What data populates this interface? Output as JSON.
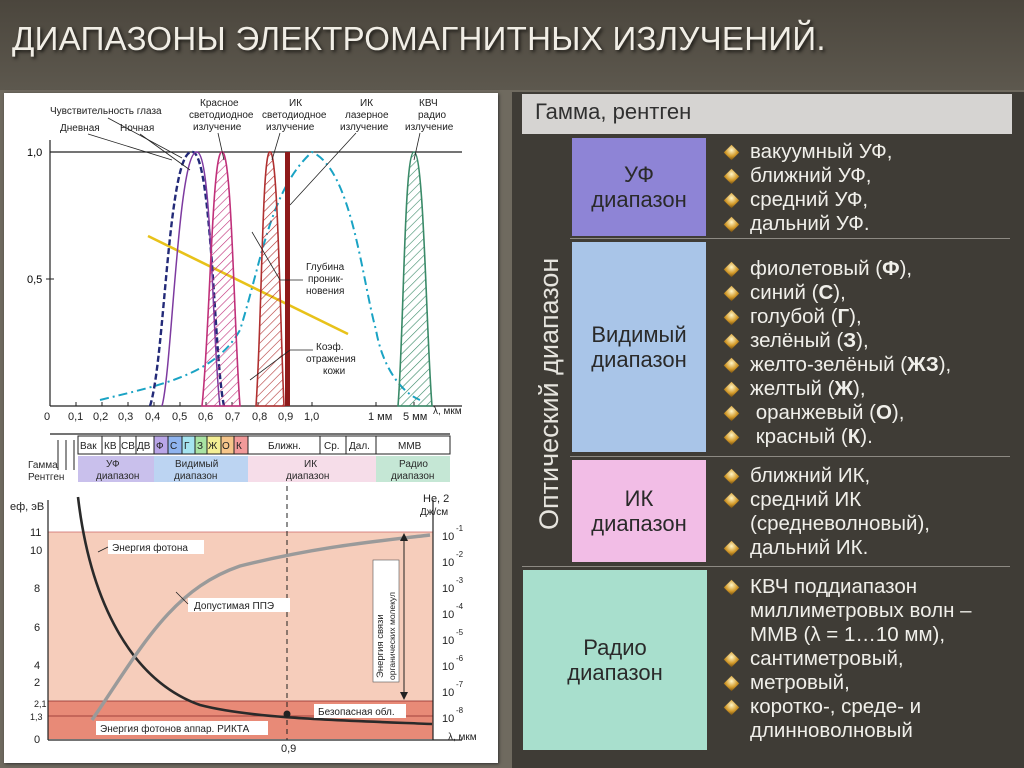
{
  "title": "ДИАПАЗОНЫ ЭЛЕКТРОМАГНИТНЫХ ИЗЛУЧЕНИЙ.",
  "top_chart": {
    "labels": {
      "eye": "Чувствительность глаза",
      "day": "Дневная",
      "night": "Ночная",
      "red_led": [
        "Красное",
        "светодиодное",
        "излучение"
      ],
      "ir_led": [
        "ИК",
        "светодиодное",
        "излучение"
      ],
      "ir_laser": [
        "ИК",
        "лазерное",
        "излучение"
      ],
      "ehf": [
        "КВЧ",
        "радио",
        "излучение"
      ],
      "depth": [
        "Глубина",
        "проник-",
        "новения"
      ],
      "refl": [
        "Коэф.",
        "отражения",
        "кожи"
      ]
    },
    "y_ticks": [
      "1,0",
      "0,5"
    ],
    "x_ticks": [
      "0",
      "0,1",
      "0,2",
      "0,3",
      "0,4",
      "0,5",
      "0,6",
      "0,7",
      "0,8",
      "0,9",
      "1,0",
      "1 мм",
      "5 мм"
    ],
    "x_unit": "λ, мкм",
    "bands": [
      "Вак",
      "КВ",
      "СВ",
      "ДВ",
      "Ф",
      "С",
      "Г",
      "З",
      "Ж",
      "О",
      "К",
      "Ближн.",
      "Ср.",
      "Дал.",
      "ММВ"
    ],
    "groups": {
      "gamma": [
        "Гамма",
        "Рентген"
      ],
      "uv": [
        "УФ",
        "диапазон"
      ],
      "vis": [
        "Видимый",
        "диапазон"
      ],
      "ir": [
        "ИК",
        "диапазон"
      ],
      "radio": [
        "Радио",
        "диапазон"
      ]
    }
  },
  "bottom_chart": {
    "y_left_label": "eф, эВ",
    "y_left_ticks": [
      "11",
      "10",
      "8",
      "6",
      "4",
      "2",
      "2,1",
      "1,3",
      "0"
    ],
    "y_right_label": [
      "Hе, 2",
      "Дж/см"
    ],
    "y_right_ticks": [
      "10",
      "10",
      "10",
      "10",
      "10",
      "10",
      "10",
      "10"
    ],
    "y_right_exp": [
      "-1",
      "-2",
      "-3",
      "-4",
      "-5",
      "-6",
      "-7",
      "-8"
    ],
    "x_tick": "0,9",
    "x_unit": "λ, мкм",
    "labels": {
      "photon": "Энергия фотона",
      "ppe": "Допустимая ППЭ",
      "bond": [
        "Энергия связи",
        "органических молекул"
      ],
      "safe": "Безопасная обл.",
      "rikta": "Энергия фотонов аппар. РИКТА"
    }
  },
  "right": {
    "gamma": "Гамма, рентген",
    "optical": "Оптический диапазон",
    "uv": {
      "label": [
        "УФ",
        "диапазон"
      ],
      "items": [
        "вакуумный УФ,",
        "ближний УФ,",
        "средний УФ,",
        "дальний УФ."
      ]
    },
    "vis": {
      "label": [
        "Видимый",
        "диапазон"
      ],
      "items": [
        [
          "фиолетовый (",
          "Ф",
          "),"
        ],
        [
          "синий (",
          "С",
          "),"
        ],
        [
          "голубой (",
          "Г",
          "),"
        ],
        [
          "зелёный (",
          "З",
          "),"
        ],
        [
          "желто-зелёный (",
          "ЖЗ",
          "),"
        ],
        [
          "желтый (",
          "Ж",
          "),"
        ],
        [
          " оранжевый (",
          "О",
          "),"
        ],
        [
          " красный (",
          "К",
          ")."
        ]
      ]
    },
    "ir": {
      "label": [
        "ИК",
        "диапазон"
      ],
      "items": [
        [
          "ближний ИК,"
        ],
        [
          "средний ИК",
          "(средневолновый),"
        ],
        [
          "дальний ИК."
        ]
      ]
    },
    "radio": {
      "label": [
        "Радио",
        "диапазон"
      ],
      "items": [
        [
          "КВЧ поддиапазон",
          "миллиметровых волн –",
          "ММВ (λ = 1…10 мм),"
        ],
        [
          "сантиметровый,"
        ],
        [
          "метровый,"
        ],
        [
          "коротко-, среде- и",
          "длинноволновый"
        ]
      ]
    },
    "colors": {
      "uv": "#8e84d6",
      "vis": "#a9c5e8",
      "ir": "#f2bde6",
      "radio": "#a8dfcd"
    }
  }
}
